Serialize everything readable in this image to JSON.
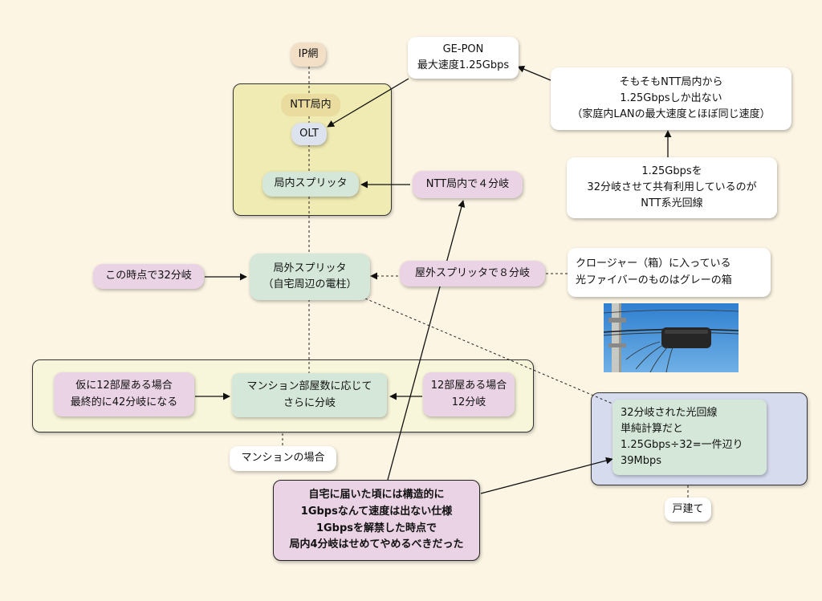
{
  "nodes": {
    "ip_net": {
      "lines": [
        "IP網"
      ]
    },
    "ntt_office": {
      "lines": [
        "NTT局内"
      ]
    },
    "olt": {
      "lines": [
        "OLT"
      ]
    },
    "office_splitter": {
      "lines": [
        "局内スプリッタ"
      ]
    },
    "office_4way": {
      "lines": [
        "NTT局内で４分岐"
      ]
    },
    "gepon": {
      "lines": [
        "GE-PON",
        "最大速度1.25Gbps"
      ]
    },
    "ntt_note": {
      "lines": [
        "そもそもNTT局内から",
        "1.25Gbpsしか出ない",
        "（家庭内LANの最大速度とほぼ同じ速度）"
      ]
    },
    "shared_note": {
      "lines": [
        "1.25Gbpsを",
        "32分岐させて共有利用しているのが",
        "NTT系光回線"
      ]
    },
    "outdoor_splitter": {
      "lines": [
        "局外スプリッタ",
        "（自宅周辺の電柱）"
      ]
    },
    "at_32": {
      "lines": [
        "この時点で32分岐"
      ]
    },
    "outdoor_8way": {
      "lines": [
        "屋外スプリッタで８分岐"
      ]
    },
    "closure_note": {
      "lines": [
        "クロージャー（箱）に入っている",
        "光ファイバーのものはグレーの箱"
      ]
    },
    "mansion_split": {
      "lines": [
        "マンション部屋数に応じて",
        "さらに分岐"
      ]
    },
    "mansion_42": {
      "lines": [
        "仮に12部屋ある場合",
        "最終的に42分岐になる"
      ]
    },
    "mansion_12": {
      "lines": [
        "12部屋ある場合",
        "12分岐"
      ]
    },
    "mansion_case": {
      "lines": [
        "マンションの場合"
      ]
    },
    "house_line": {
      "lines": [
        "32分岐された光回線",
        "単純計算だと",
        "1.25Gbps÷32=一件辺り",
        "39Mbps"
      ]
    },
    "house_case": {
      "lines": [
        "戸建て"
      ]
    },
    "conclusion": {
      "lines": [
        "自宅に届いた頃には構造的に",
        "1Gbpsなんて速度は出ない仕様",
        "1Gbpsを解禁した時点で",
        "局内4分岐はせめてやめるべきだった"
      ]
    }
  },
  "colors": {
    "background": "#fcf5e4",
    "ntt_group": "#f0eab3",
    "mansion_group": "#f8f6da",
    "house_group": "#d6dbee",
    "pink": "#ead3e4",
    "green": "#d5e7d8",
    "white": "#ffffff",
    "line": "#111111"
  }
}
